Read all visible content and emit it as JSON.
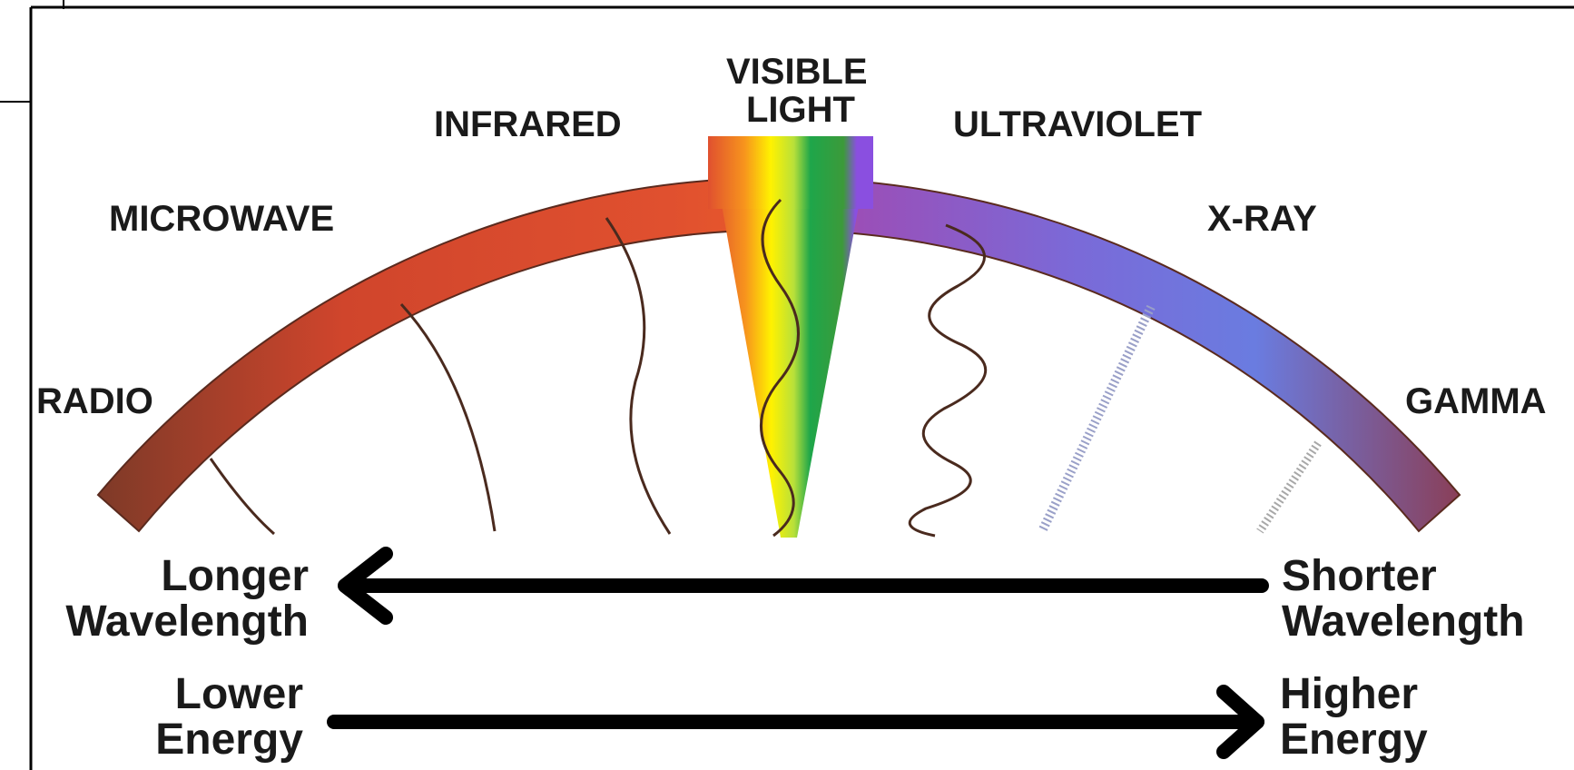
{
  "bands": {
    "radio": "RADIO",
    "microwave": "MICROWAVE",
    "infrared": "INFRARED",
    "visible_line1": "VISIBLE",
    "visible_line2": "LIGHT",
    "ultraviolet": "ULTRAVIOLET",
    "xray": "X-RAY",
    "gamma": "GAMMA"
  },
  "arrows": {
    "wavelength_left_line1": "Longer",
    "wavelength_left_line2": "Wavelength",
    "wavelength_right_line1": "Shorter",
    "wavelength_right_line2": "Wavelength",
    "energy_left_line1": "Lower",
    "energy_left_line2": "Energy",
    "energy_right_line1": "Higher",
    "energy_right_line2": "Energy"
  },
  "colors": {
    "radio": "#8a3a26",
    "microwave": "#d84a2e",
    "infrared": "#e0502f",
    "visible_red": "#ee3a1e",
    "visible_orange": "#f7941d",
    "visible_yellow": "#fff200",
    "visible_green": "#1ea64a",
    "visible_violet": "#8a4fe0",
    "ultraviolet": "#9a4fb8",
    "xray": "#6a7ce0",
    "gamma": "#8a4a6a",
    "wave_line": "#4a2a1e",
    "arrow": "#000000"
  }
}
